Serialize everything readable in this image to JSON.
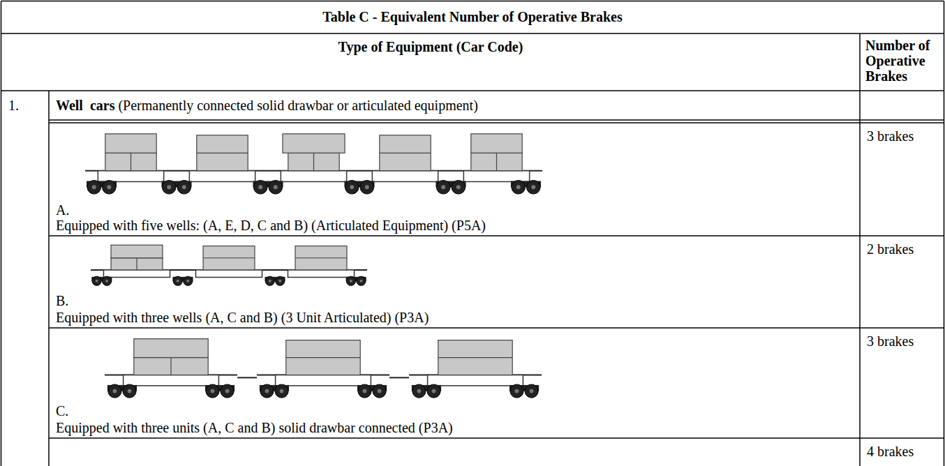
{
  "diagram": {
    "title": "Table C - Equivalent Number of Operative Brakes",
    "labels": [
      "Type of Equipment (Car Code)",
      "Number of Operative Brakes",
      "1.",
      "Well  cars",
      "(Permanently connected solid drawbar or articulated equipment)",
      "3 brakes",
      "A.",
      "Equipped with five wells: (A, E, D, C and B) (Articulated Equipment) (P5A)",
      "2 brakes",
      "B.",
      "Equipped with three wells (A, C and B) (3 Unit Articulated) (P3A)",
      "3 brakes",
      "C.",
      "Equipped with three units (A, C and B) solid drawbar connected (P3A)",
      "4 brakes"
    ]
  }
}
